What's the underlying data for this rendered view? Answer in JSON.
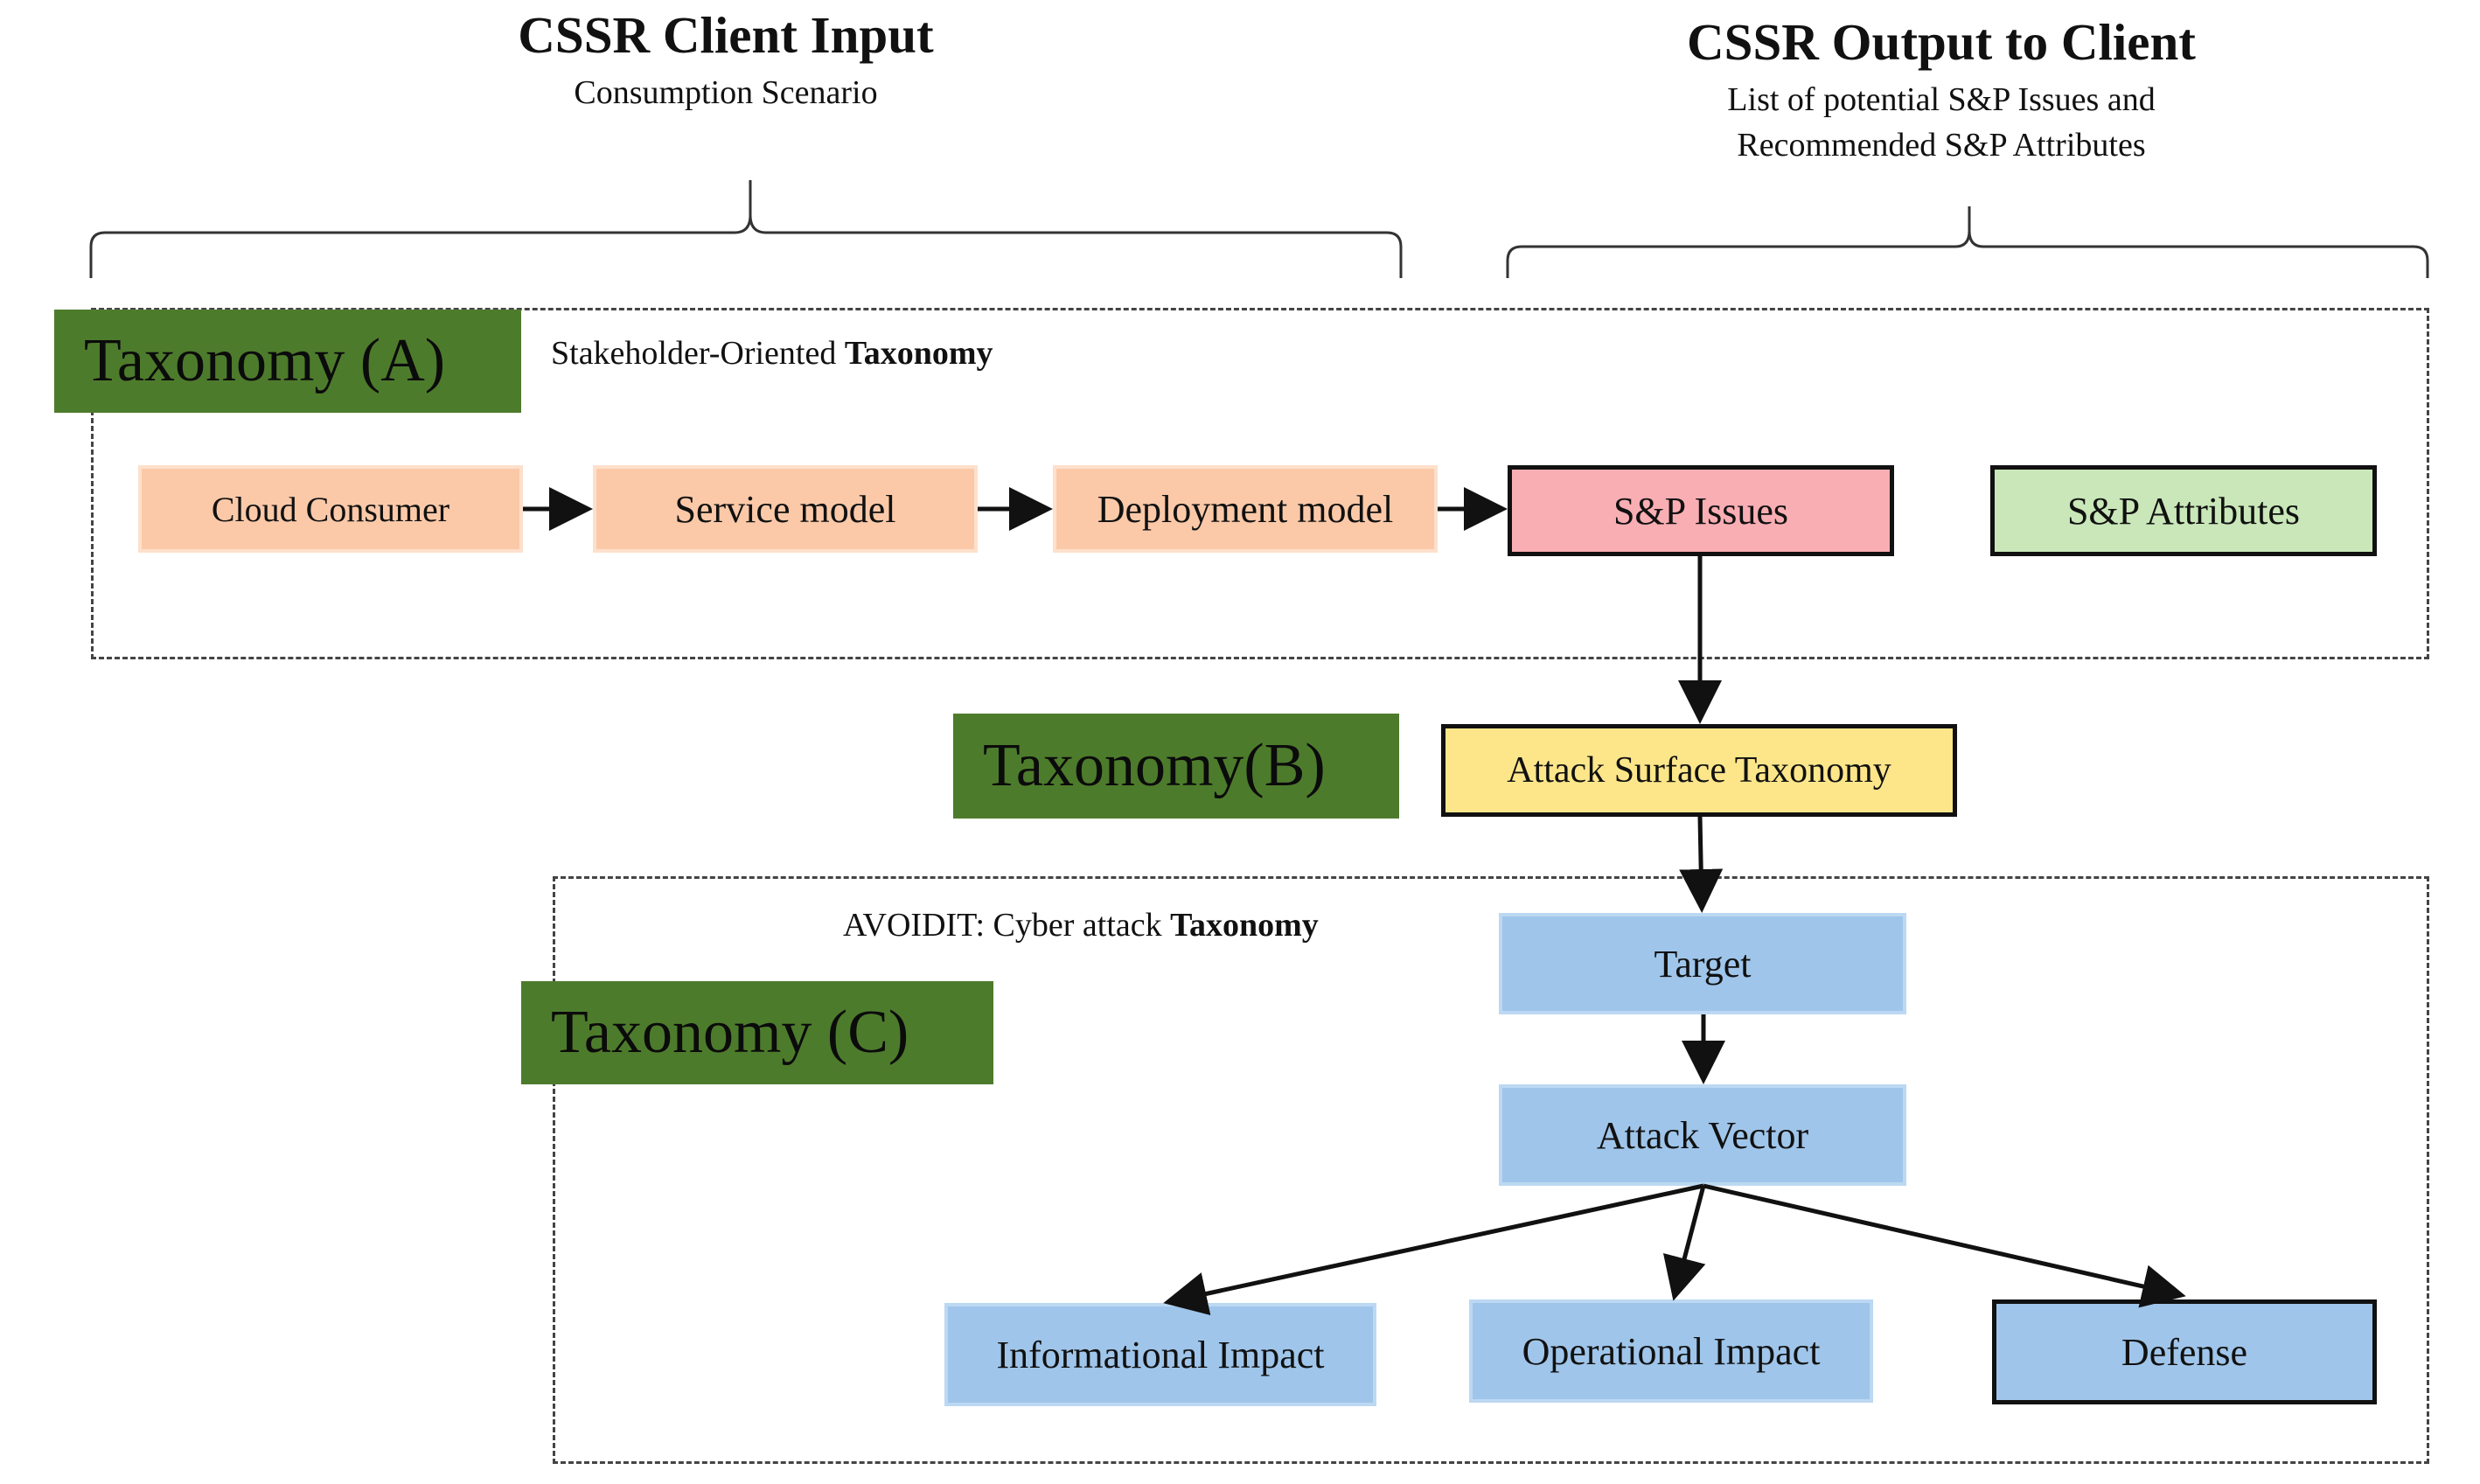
{
  "header": {
    "input_title": "CSSR Client Input",
    "input_subtitle": "Consumption Scenario",
    "output_title": "CSSR Output to Client",
    "output_subtitle_line1": "List of potential S&P Issues and",
    "output_subtitle_line2": "Recommended S&P Attributes"
  },
  "taxonomy_a": {
    "badge": "Taxonomy (A)",
    "caption_prefix": "Stakeholder-Oriented ",
    "caption_bold": "Taxonomy",
    "nodes": {
      "cloud_consumer": "Cloud Consumer",
      "service_model": "Service model",
      "deployment_model": "Deployment model",
      "sp_issues": "S&P Issues",
      "sp_attributes": "S&P Attributes"
    }
  },
  "taxonomy_b": {
    "badge": "Taxonomy(B)",
    "node": "Attack Surface Taxonomy"
  },
  "taxonomy_c": {
    "badge": "Taxonomy (C)",
    "caption_prefix": "AVOIDIT: Cyber attack ",
    "caption_bold": "Taxonomy",
    "nodes": {
      "target": "Target",
      "attack_vector": "Attack Vector",
      "informational_impact": "Informational Impact",
      "operational_impact": "Operational Impact",
      "defense": "Defense"
    }
  },
  "colors": {
    "badge_green": "#4d7b2c",
    "peach": "#fbc9a8",
    "pink": "#f9aeb4",
    "light_green": "#c9e7b8",
    "yellow": "#fde68a",
    "blue": "#9fc5ea"
  }
}
